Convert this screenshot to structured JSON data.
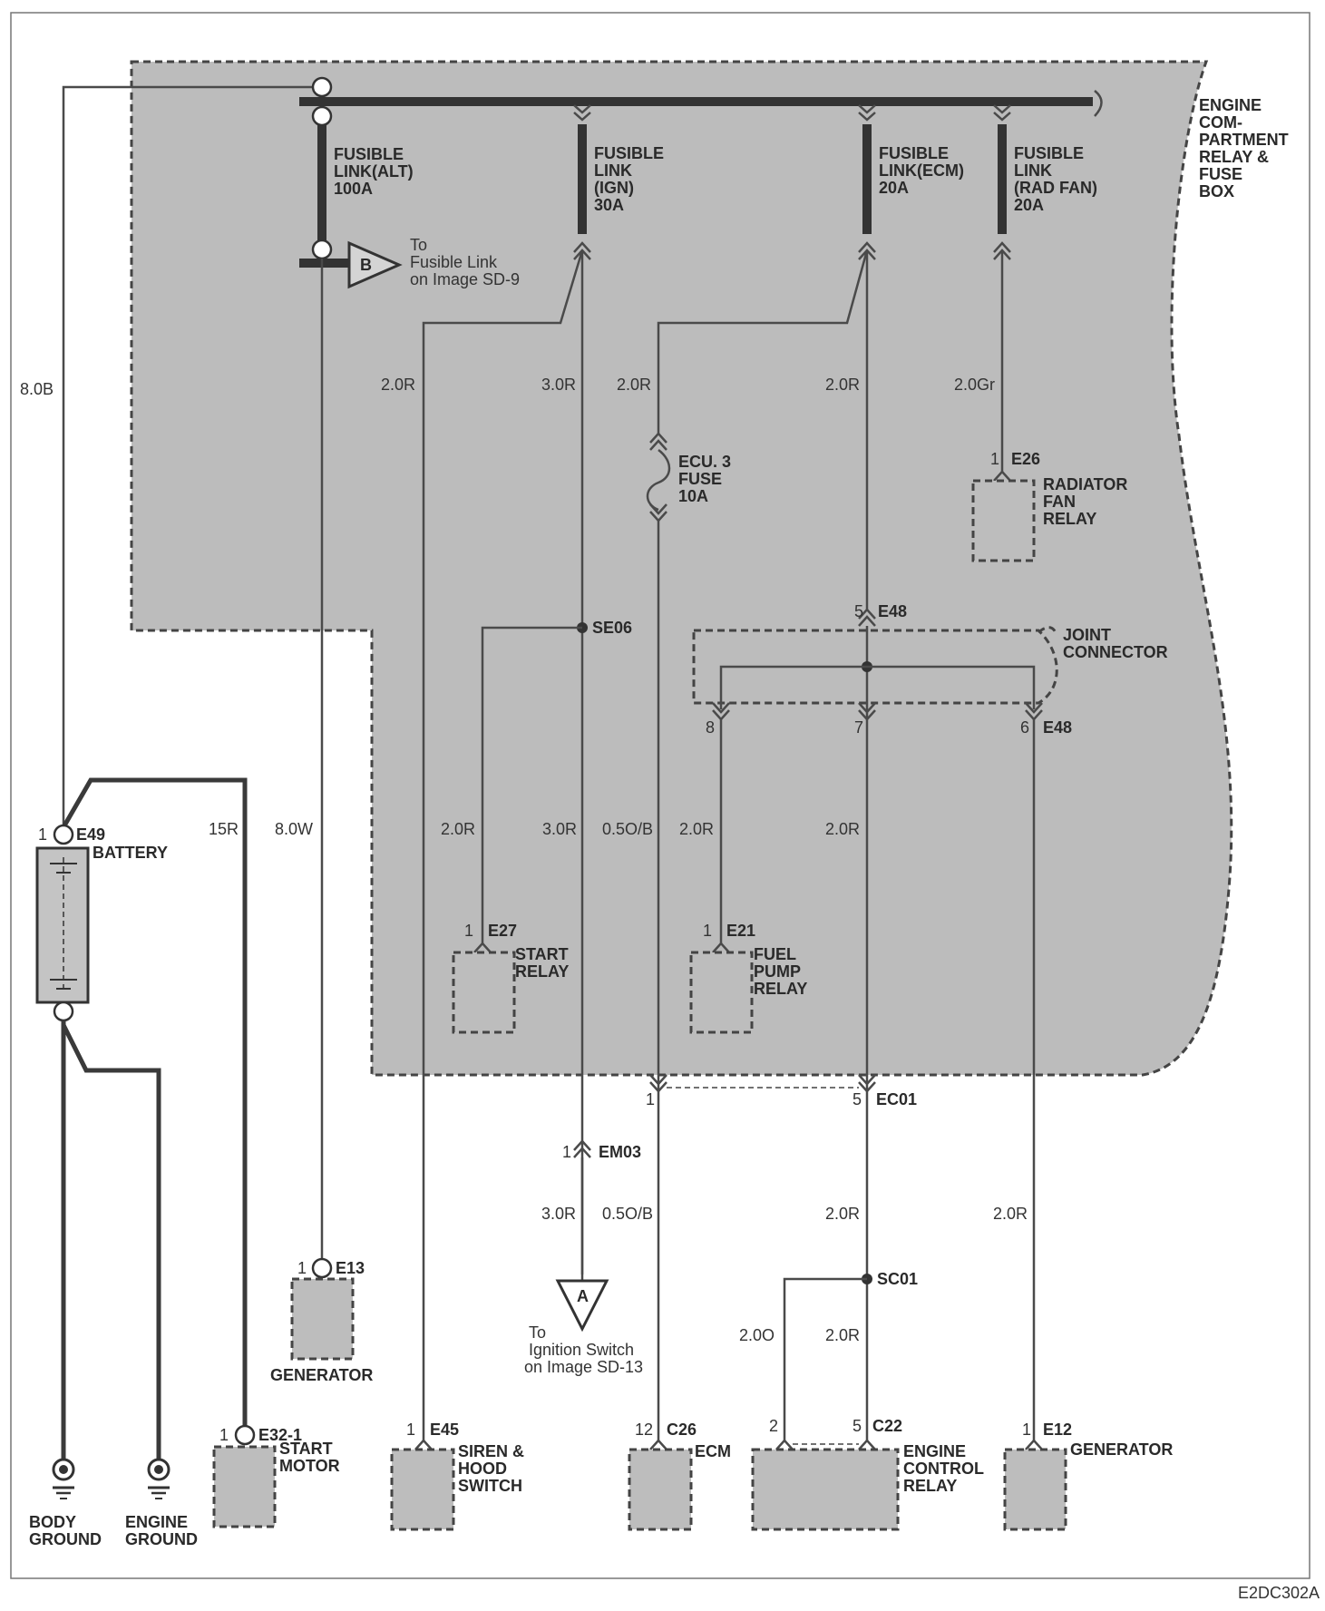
{
  "bus": {
    "label": "ENGINE COM- PARTMENT RELAY & FUSE BOX",
    "lines": [
      "ENGINE",
      "COM-",
      "PARTMENT",
      "RELAY &",
      "FUSE",
      "BOX"
    ]
  },
  "fusible_links": [
    {
      "lines": [
        "FUSIBLE",
        "LINK(ALT)",
        "100A"
      ]
    },
    {
      "lines": [
        "FUSIBLE",
        "LINK",
        "(IGN)",
        "30A"
      ]
    },
    {
      "lines": [
        "FUSIBLE",
        "LINK(ECM)",
        "20A"
      ]
    },
    {
      "lines": [
        "FUSIBLE",
        "LINK",
        "(RAD FAN)",
        "20A"
      ]
    }
  ],
  "ref_b": {
    "letter": "B",
    "lines": [
      "To",
      "Fusible Link",
      "on Image SD-9"
    ]
  },
  "ref_a": {
    "letter": "A",
    "lines": [
      "To",
      "Ignition Switch",
      "on Image SD-13"
    ]
  },
  "ecu_fuse": {
    "lines": [
      "ECU. 3",
      "FUSE",
      "10A"
    ]
  },
  "wire_labels": {
    "w8_0b": "8.0B",
    "w2_0r_start": "2.0R",
    "w3_0r_ign": "3.0R",
    "w2_0r_ecu": "2.0R",
    "w2_0r_ecm": "2.0R",
    "w2_0gr": "2.0Gr",
    "w15r": "15R",
    "w8_0w": "8.0W",
    "w2_0r_e27": "2.0R",
    "w3_0r_mid": "3.0R",
    "w0_5ob_mid": "0.5O/B",
    "w2_0r_e21": "2.0R",
    "w2_0r_e48": "2.0R",
    "w3_0r_low": "3.0R",
    "w0_5ob_low": "0.5O/B",
    "w2_0r_ec01": "2.0R",
    "w2_0r_e12": "2.0R",
    "w2_0o": "2.0O",
    "w2_0r_c22": "2.0R"
  },
  "connectors": {
    "e26": {
      "pin": "1",
      "id": "E26"
    },
    "e48_top": {
      "pin": "5",
      "id": "E48"
    },
    "e48_bottom": {
      "id": "E48"
    },
    "e48_pins": [
      "8",
      "7",
      "6"
    ],
    "se06": "SE06",
    "e27": {
      "pin": "1",
      "id": "E27"
    },
    "e21": {
      "pin": "1",
      "id": "E21"
    },
    "e49": {
      "pin": "1",
      "id": "E49"
    },
    "ec01": {
      "pin_left": "1",
      "pin_right": "5",
      "id": "EC01"
    },
    "em03": {
      "pin": "1",
      "id": "EM03"
    },
    "e13": {
      "pin": "1",
      "id": "E13"
    },
    "sc01": "SC01",
    "e32": {
      "pin": "1",
      "id": "E32-1"
    },
    "e45": {
      "pin": "1",
      "id": "E45"
    },
    "c26": {
      "pin": "12",
      "id": "C26"
    },
    "c22": {
      "pin_left": "2",
      "pin_right": "5",
      "id": "C22"
    },
    "e12": {
      "pin": "1",
      "id": "E12"
    }
  },
  "components": {
    "radiator_fan_relay": [
      "RADIATOR",
      "FAN",
      "RELAY"
    ],
    "joint_connector": [
      "JOINT",
      "CONNECTOR"
    ],
    "start_relay": [
      "START",
      "RELAY"
    ],
    "fuel_pump_relay": [
      "FUEL",
      "PUMP",
      "RELAY"
    ],
    "battery": [
      "BATTERY"
    ],
    "generator_e13": [
      "GENERATOR"
    ],
    "body_ground": [
      "BODY",
      "GROUND"
    ],
    "engine_ground": [
      "ENGINE",
      "GROUND"
    ],
    "start_motor": [
      "START",
      "MOTOR"
    ],
    "siren_hood_switch": [
      "SIREN &",
      "HOOD",
      "SWITCH"
    ],
    "ecm": [
      "ECM"
    ],
    "engine_control_relay": [
      "ENGINE",
      "CONTROL",
      "RELAY"
    ],
    "generator_e12": [
      "GENERATOR"
    ]
  },
  "figure_code": "E2DC302A"
}
